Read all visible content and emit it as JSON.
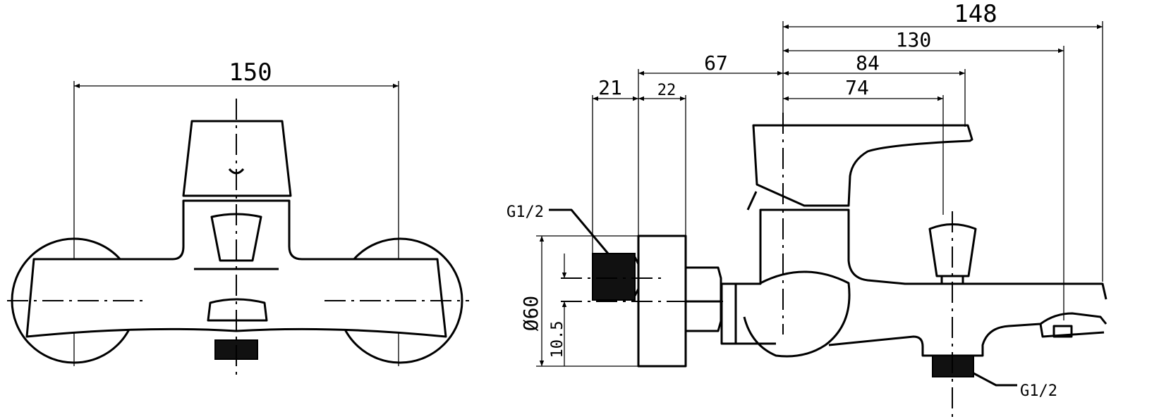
{
  "front_view": {
    "width_dim": "150"
  },
  "side_view": {
    "dims": {
      "overall_projection": "148",
      "spout_outlet": "130",
      "lever_reach": "84",
      "diverter_axis": "74",
      "wall_to_axis": "67",
      "thread_length": "21",
      "flange_depth": "22",
      "flange_diameter": "Ø60",
      "eccentric_offset": "10.5"
    },
    "inlet_thread": "G1/2",
    "outlet_thread": "G1/2"
  },
  "colors": {
    "line": "#000000",
    "background": "#ffffff"
  }
}
